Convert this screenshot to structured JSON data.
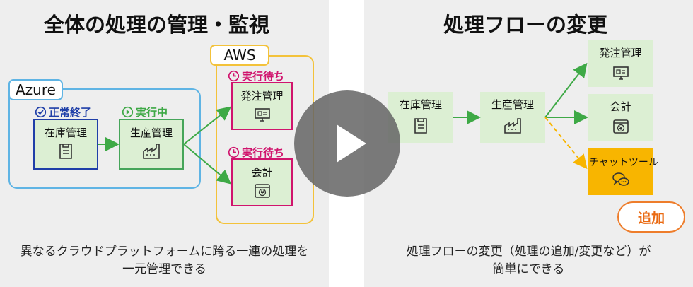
{
  "left": {
    "title": "全体の処理の管理・監視",
    "azure_label": "Azure",
    "aws_label": "AWS",
    "nodes": {
      "inventory": "在庫管理",
      "production": "生産管理",
      "ordering": "発注管理",
      "accounting": "会計"
    },
    "status": {
      "done": "正常終了",
      "running": "実行中",
      "waiting1": "実行待ち",
      "waiting2": "実行待ち"
    },
    "caption_line1": "異なるクラウドプラットフォームに跨る一連の処理を",
    "caption_line2": "一元管理できる"
  },
  "right": {
    "title": "処理フローの変更",
    "nodes": {
      "inventory": "在庫管理",
      "production": "生産管理",
      "ordering": "発注管理",
      "accounting": "会計",
      "chat": "チャットツール"
    },
    "badge": "追加",
    "caption_line1": "処理フローの変更（処理の追加/変更など）が",
    "caption_line2": "簡単にできる"
  },
  "colors": {
    "node_fill": "#dcefd3",
    "node_border": "#46a55a",
    "done": "#1f3fa8",
    "running": "#3ea946",
    "waiting": "#d0146d",
    "chat": "#f8b500",
    "azure": "#5fb4e4",
    "aws": "#f3c23a"
  },
  "icons": [
    "clipboard-icon",
    "factory-icon",
    "monitor-icon",
    "yen-register-icon",
    "chat-bubbles-icon",
    "check-circle-icon",
    "play-circle-icon",
    "clock-icon",
    "play-button-icon"
  ]
}
